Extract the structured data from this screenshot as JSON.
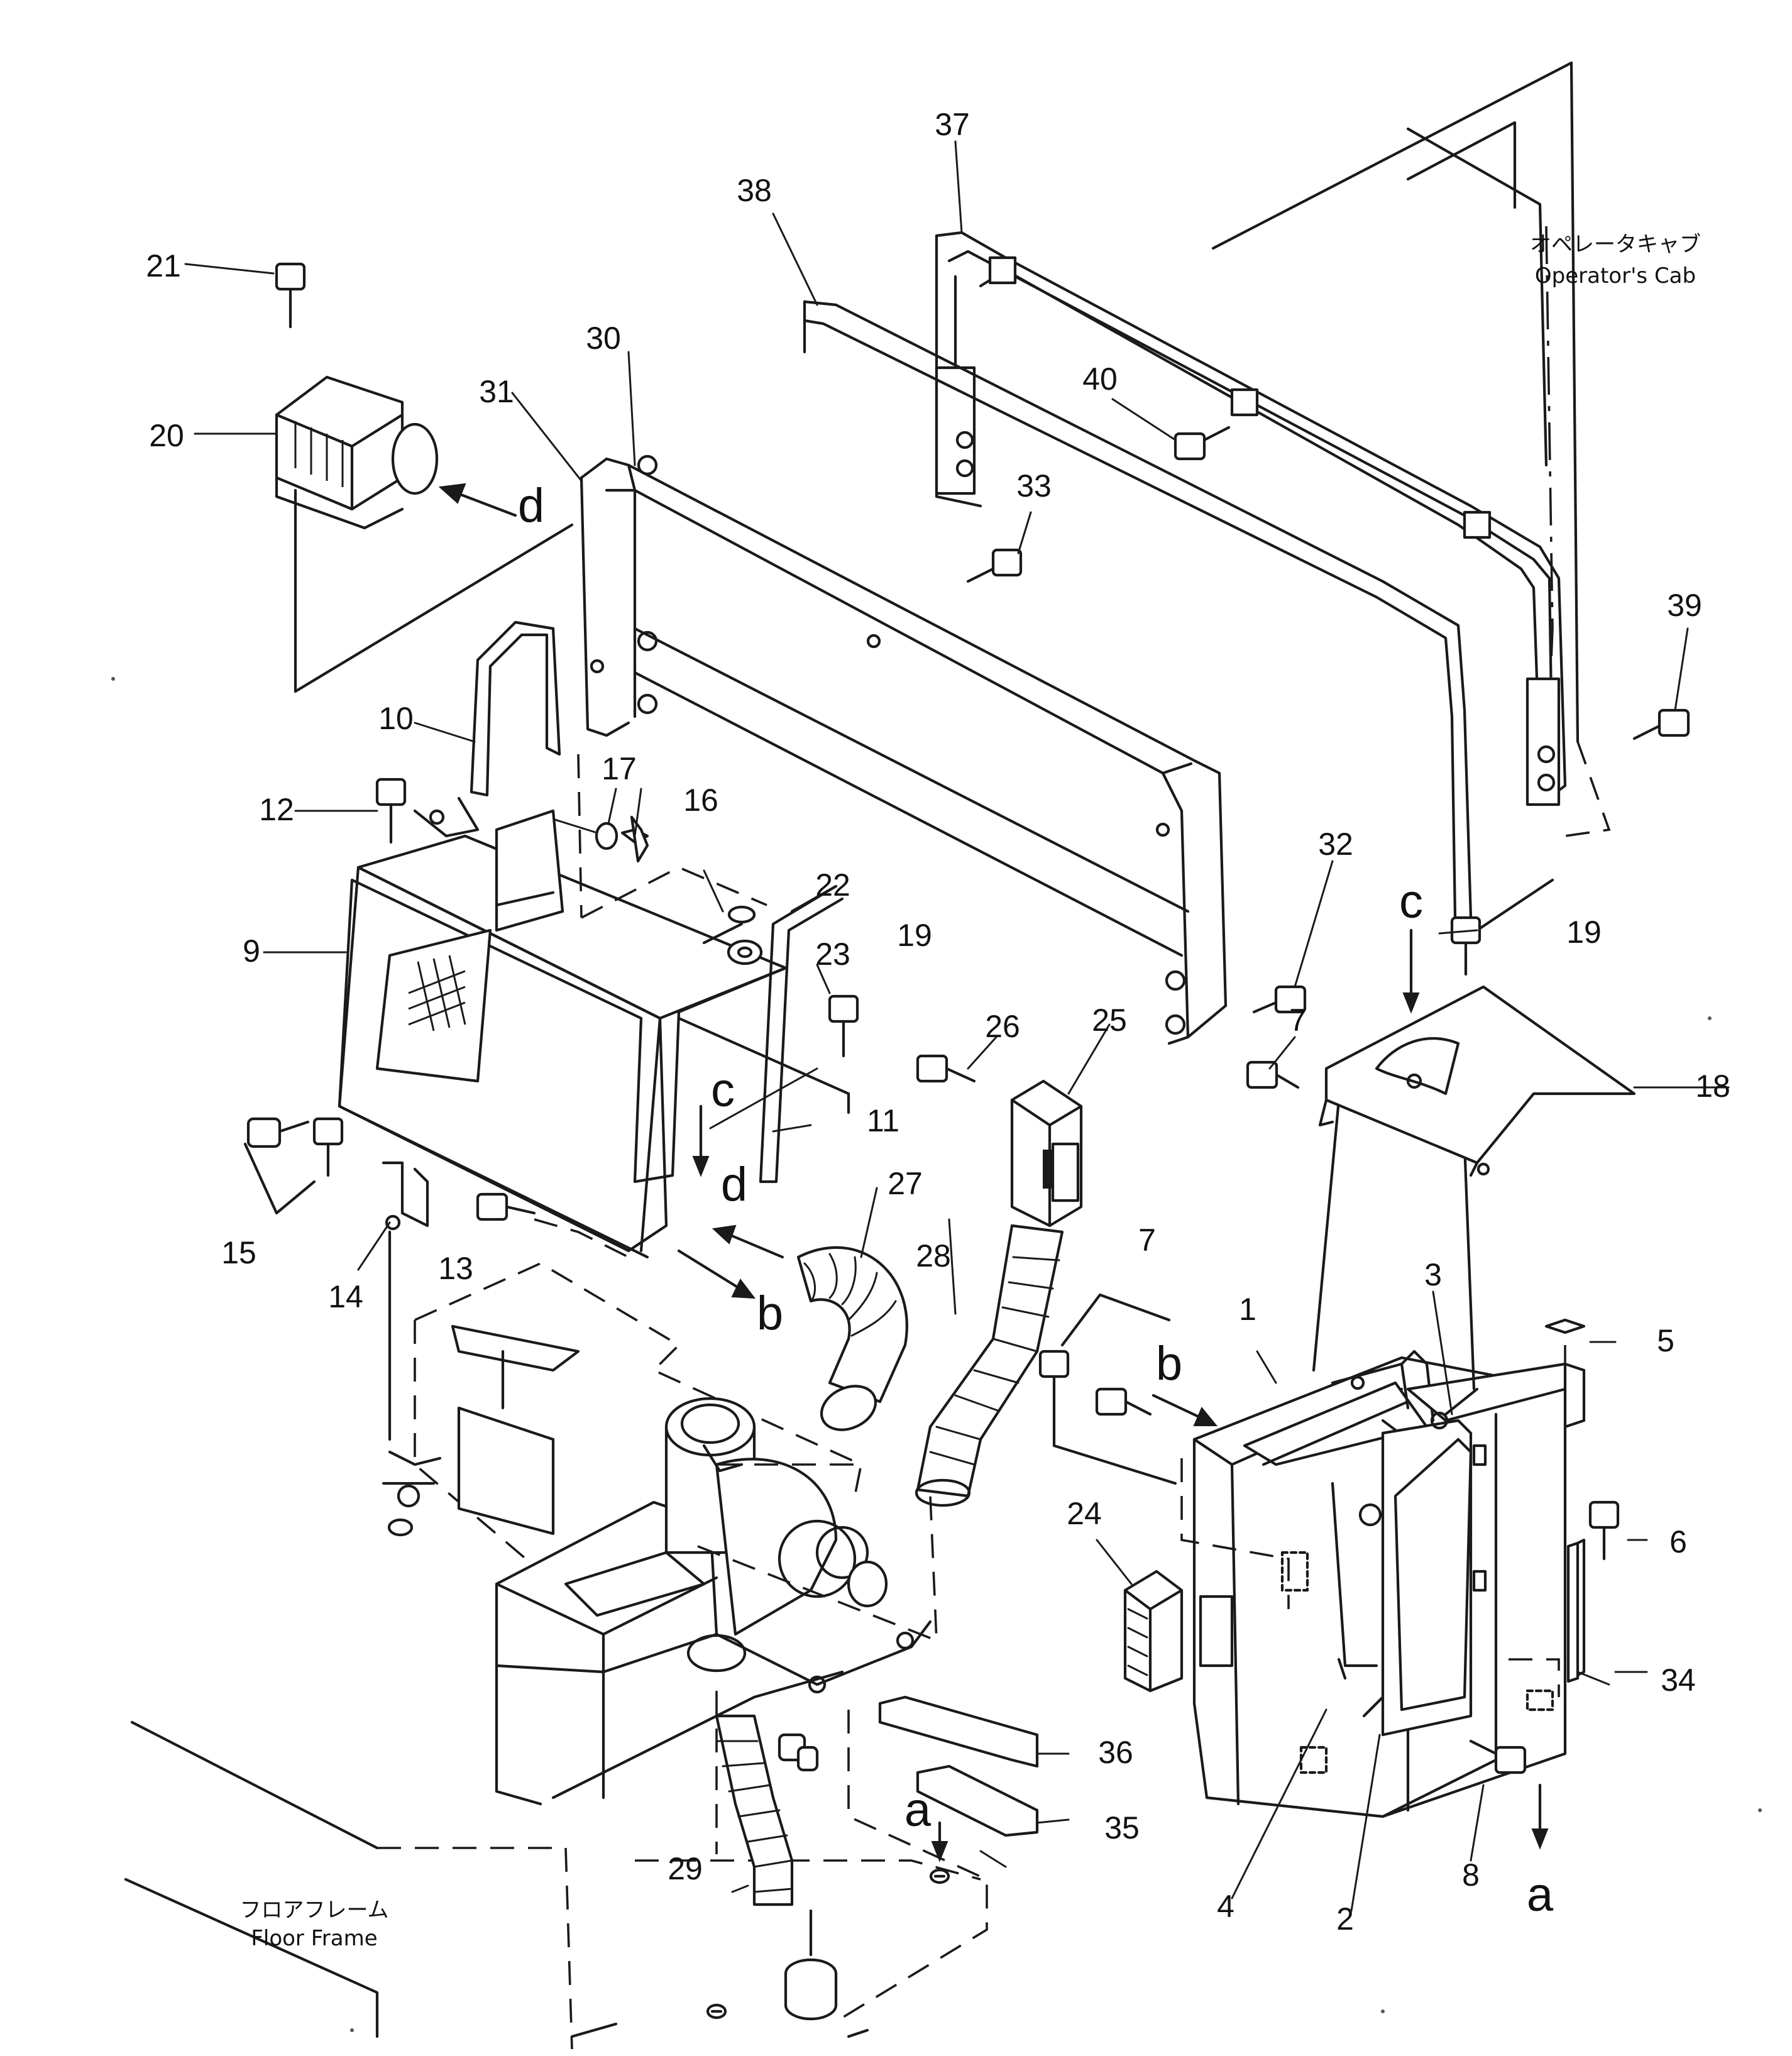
{
  "labels": {
    "operator_cab_jp": "オペレータキャブ",
    "operator_cab_en": "Operator's Cab",
    "floor_frame_jp": "フロアフレーム",
    "floor_frame_en": "Floor Frame"
  },
  "callouts": [
    {
      "id": "c1",
      "text": "1"
    },
    {
      "id": "c2",
      "text": "2"
    },
    {
      "id": "c3",
      "text": "3"
    },
    {
      "id": "c4",
      "text": "4"
    },
    {
      "id": "c5",
      "text": "5"
    },
    {
      "id": "c6",
      "text": "6"
    },
    {
      "id": "c7a",
      "text": "7"
    },
    {
      "id": "c7b",
      "text": "7"
    },
    {
      "id": "c8",
      "text": "8"
    },
    {
      "id": "c9",
      "text": "9"
    },
    {
      "id": "c10",
      "text": "10"
    },
    {
      "id": "c11",
      "text": "11"
    },
    {
      "id": "c12",
      "text": "12"
    },
    {
      "id": "c13",
      "text": "13"
    },
    {
      "id": "c14",
      "text": "14"
    },
    {
      "id": "c15",
      "text": "15"
    },
    {
      "id": "c16",
      "text": "16"
    },
    {
      "id": "c17",
      "text": "17"
    },
    {
      "id": "c18",
      "text": "18"
    },
    {
      "id": "c19a",
      "text": "19"
    },
    {
      "id": "c19b",
      "text": "19"
    },
    {
      "id": "c20",
      "text": "20"
    },
    {
      "id": "c21",
      "text": "21"
    },
    {
      "id": "c22",
      "text": "22"
    },
    {
      "id": "c23",
      "text": "23"
    },
    {
      "id": "c24",
      "text": "24"
    },
    {
      "id": "c25",
      "text": "25"
    },
    {
      "id": "c26",
      "text": "26"
    },
    {
      "id": "c27",
      "text": "27"
    },
    {
      "id": "c28",
      "text": "28"
    },
    {
      "id": "c29",
      "text": "29"
    },
    {
      "id": "c30",
      "text": "30"
    },
    {
      "id": "c31",
      "text": "31"
    },
    {
      "id": "c32",
      "text": "32"
    },
    {
      "id": "c33",
      "text": "33"
    },
    {
      "id": "c34",
      "text": "34"
    },
    {
      "id": "c35",
      "text": "35"
    },
    {
      "id": "c36",
      "text": "36"
    },
    {
      "id": "c37",
      "text": "37"
    },
    {
      "id": "c38",
      "text": "38"
    },
    {
      "id": "c39",
      "text": "39"
    },
    {
      "id": "c40",
      "text": "40"
    }
  ],
  "connection_letters": [
    {
      "id": "l_d_top",
      "text": "d"
    },
    {
      "id": "l_c_left",
      "text": "c"
    },
    {
      "id": "l_d_mid",
      "text": "d"
    },
    {
      "id": "l_b_left",
      "text": "b"
    },
    {
      "id": "l_c_right",
      "text": "c"
    },
    {
      "id": "l_b_right",
      "text": "b"
    },
    {
      "id": "l_a_left",
      "text": "a"
    },
    {
      "id": "l_a_right",
      "text": "a"
    }
  ]
}
